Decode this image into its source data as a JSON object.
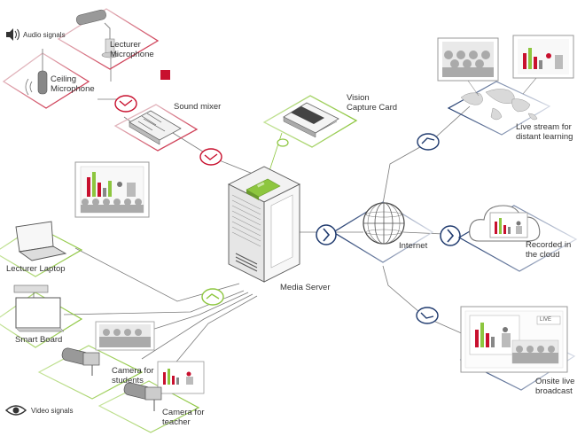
{
  "legend": {
    "audio": "Audio signals",
    "video": "Video signals"
  },
  "labels": {
    "lecturer_mic_1": "Lecturer",
    "lecturer_mic_2": "Microphone",
    "ceiling_mic_1": "Ceiling",
    "ceiling_mic_2": "Microphone",
    "sound_mixer": "Sound mixer",
    "capture_card_1": "Vision",
    "capture_card_2": "Capture Card",
    "media_server": "Media Server",
    "internet": "Internet",
    "live_stream_1": "Live stream for",
    "live_stream_2": "distant learning",
    "cloud_1": "Recorded in",
    "cloud_2": "the cloud",
    "onsite_1": "Onsite live",
    "onsite_2": "broadcast",
    "laptop": "Lecturer Laptop",
    "smart_board": "Smart Board",
    "cam_students_1": "Camera for",
    "cam_students_2": "students",
    "cam_teacher_1": "Camera for",
    "cam_teacher_2": "teacher",
    "live_badge": "LIVE"
  },
  "colors": {
    "audio": "#c8102e",
    "video_in": "#8dc63f",
    "output": "#1f3a6e",
    "line": "#777777"
  }
}
